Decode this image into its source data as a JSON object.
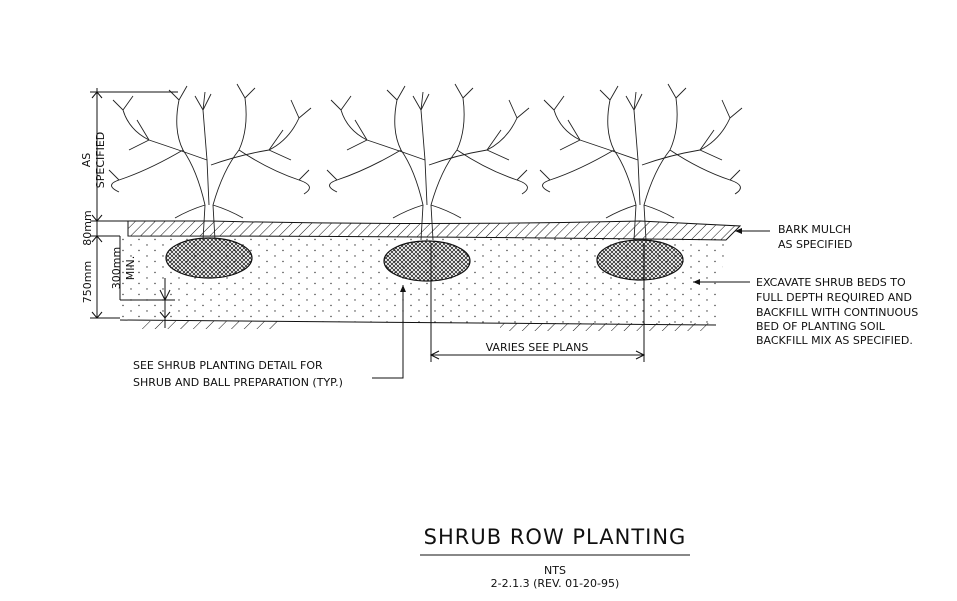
{
  "dims": {
    "as_specified_line1": "AS",
    "as_specified_line2": "SPECIFIED",
    "mulch_depth": "80mm",
    "total_depth": "750mm",
    "min_depth_line1": "300mm",
    "min_depth_line2": "MIN."
  },
  "callouts": {
    "bark_mulch_line1": "BARK MULCH",
    "bark_mulch_line2": "AS SPECIFIED",
    "excavate_lines": [
      "EXCAVATE SHRUB BEDS TO",
      "FULL DEPTH REQUIRED AND",
      "BACKFILL WITH CONTINUOUS",
      "BED OF PLANTING SOIL",
      "BACKFILL MIX AS SPECIFIED."
    ],
    "shrub_detail_line1": "SEE SHRUB PLANTING DETAIL FOR",
    "shrub_detail_line2": "SHRUB AND BALL PREPARATION (TYP.)",
    "spacing": "VARIES SEE PLANS"
  },
  "title_block": {
    "title": "SHRUB ROW PLANTING",
    "scale": "NTS",
    "reference": "2-2.1.3 (REV. 01-20-95)"
  }
}
